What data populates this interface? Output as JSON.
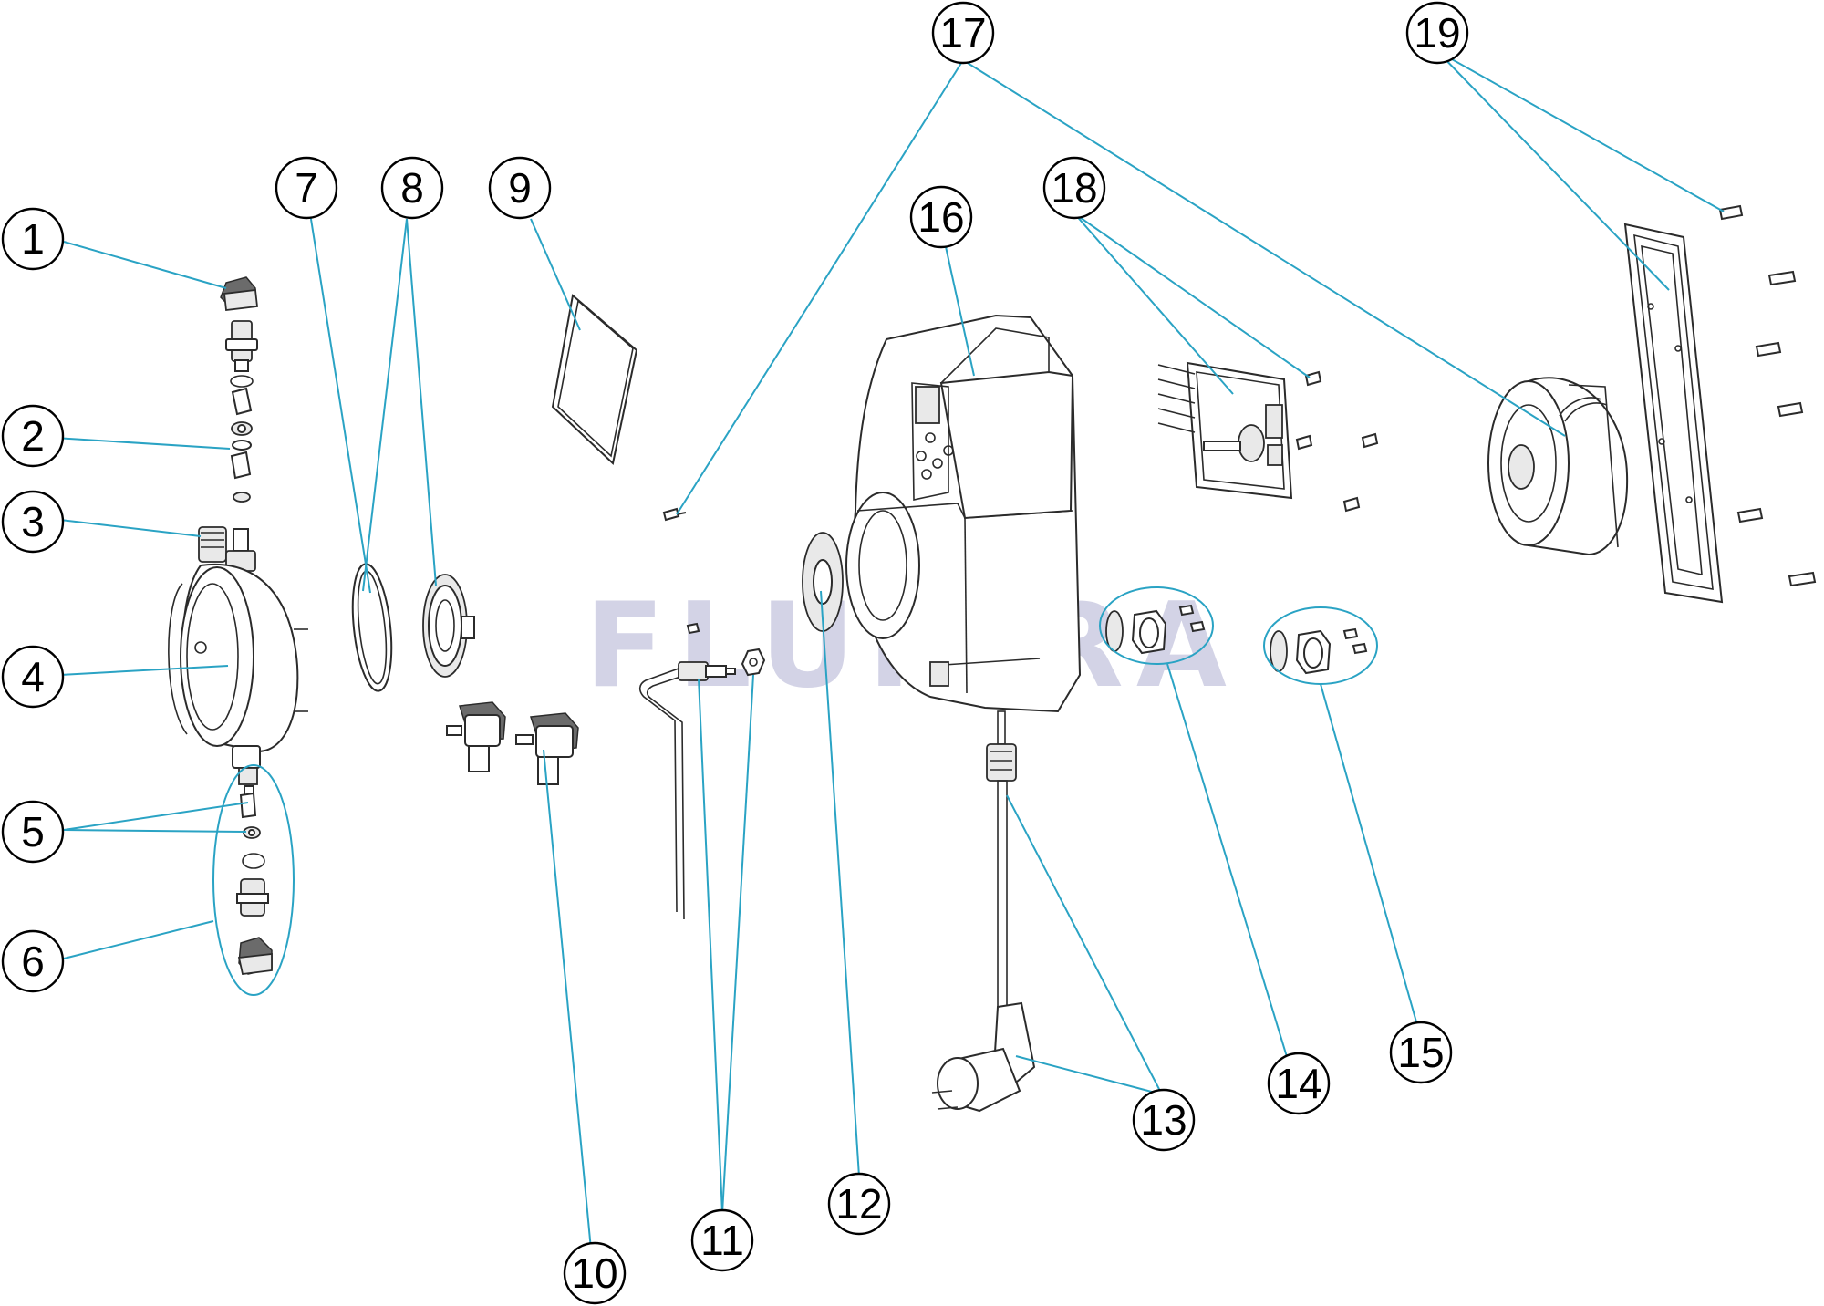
{
  "watermark": {
    "text": "FLUIDRA",
    "color": "#d3d3e6"
  },
  "colors": {
    "leader": "#2aa3c4",
    "outline": "#2b2b2b",
    "callout_border": "#000000"
  },
  "callouts": [
    {
      "id": "callout-1",
      "label": "1"
    },
    {
      "id": "callout-2",
      "label": "2"
    },
    {
      "id": "callout-3",
      "label": "3"
    },
    {
      "id": "callout-4",
      "label": "4"
    },
    {
      "id": "callout-5",
      "label": "5"
    },
    {
      "id": "callout-6",
      "label": "6"
    },
    {
      "id": "callout-7",
      "label": "7"
    },
    {
      "id": "callout-8",
      "label": "8"
    },
    {
      "id": "callout-9",
      "label": "9"
    },
    {
      "id": "callout-10",
      "label": "10"
    },
    {
      "id": "callout-11",
      "label": "11"
    },
    {
      "id": "callout-12",
      "label": "12"
    },
    {
      "id": "callout-13",
      "label": "13"
    },
    {
      "id": "callout-14",
      "label": "14"
    },
    {
      "id": "callout-15",
      "label": "15"
    },
    {
      "id": "callout-16",
      "label": "16"
    },
    {
      "id": "callout-17",
      "label": "17"
    },
    {
      "id": "callout-18",
      "label": "18"
    },
    {
      "id": "callout-19",
      "label": "19"
    }
  ]
}
